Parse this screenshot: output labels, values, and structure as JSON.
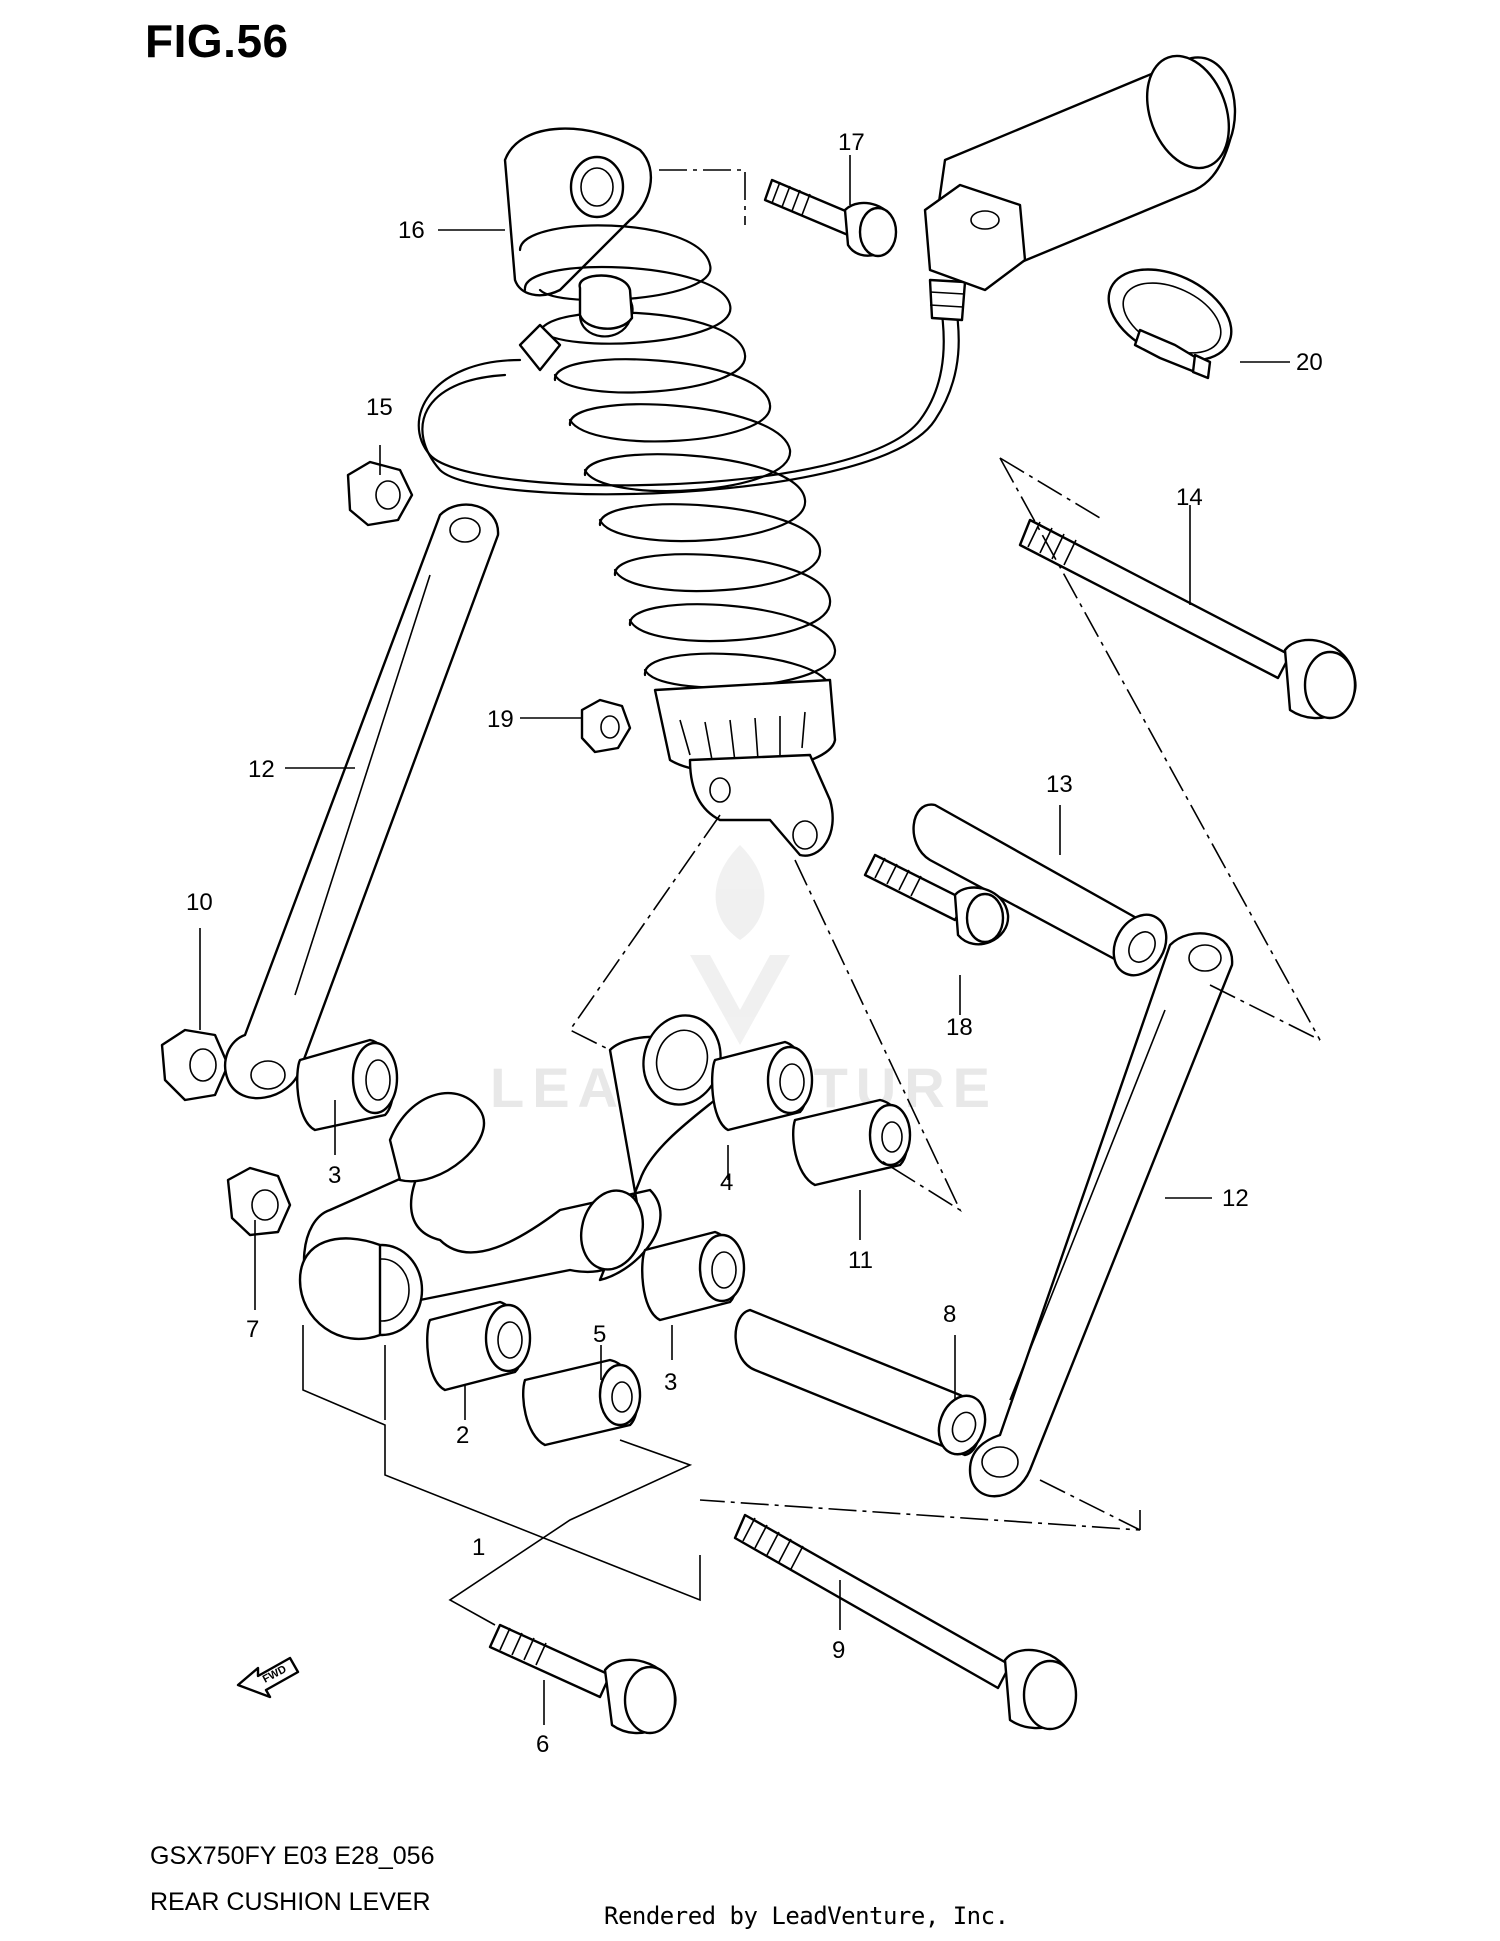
{
  "figure_title": "FIG.56",
  "model_code": "GSX750FY E03 E28_056",
  "diagram_title": "REAR CUSHION LEVER",
  "rendered_by": "Rendered by LeadVenture, Inc.",
  "watermark": "LEADVENTURE",
  "fwd_label": "FWD",
  "callouts": {
    "c1": "1",
    "c2": "2",
    "c3a": "3",
    "c3b": "3",
    "c4": "4",
    "c5": "5",
    "c6": "6",
    "c7": "7",
    "c8": "8",
    "c9": "9",
    "c10": "10",
    "c11": "11",
    "c12a": "12",
    "c12b": "12",
    "c13": "13",
    "c14": "14",
    "c15": "15",
    "c16": "16",
    "c17": "17",
    "c18": "18",
    "c19": "19",
    "c20": "20"
  }
}
